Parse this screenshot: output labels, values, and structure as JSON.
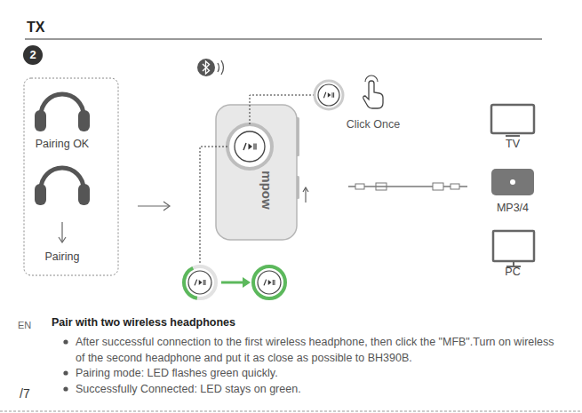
{
  "diagram": {
    "title": "TX",
    "nodes": [
      {
        "text": [
          "Pairing OK"
        ]
      },
      {
        "text": [
          "Pairing"
        ]
      },
      {
        "text": [
          "TV"
        ]
      },
      {
        "text": [
          "MP3/4"
        ]
      },
      {
        "text": [
          "PC"
        ]
      }
    ],
    "labels": [
      "2",
      "Click Once",
      "mpow",
      "EN",
      "Pair with two wireless headphones",
      "After successful connection to the first wireless headphone, then click the \"MFB\".Turn on wireless of the second headphone and put it as close as possible to BH390B.",
      "Pairing mode: LED flashes green quickly.",
      "Successfully Connected: LED stays on green.",
      "/7"
    ]
  }
}
